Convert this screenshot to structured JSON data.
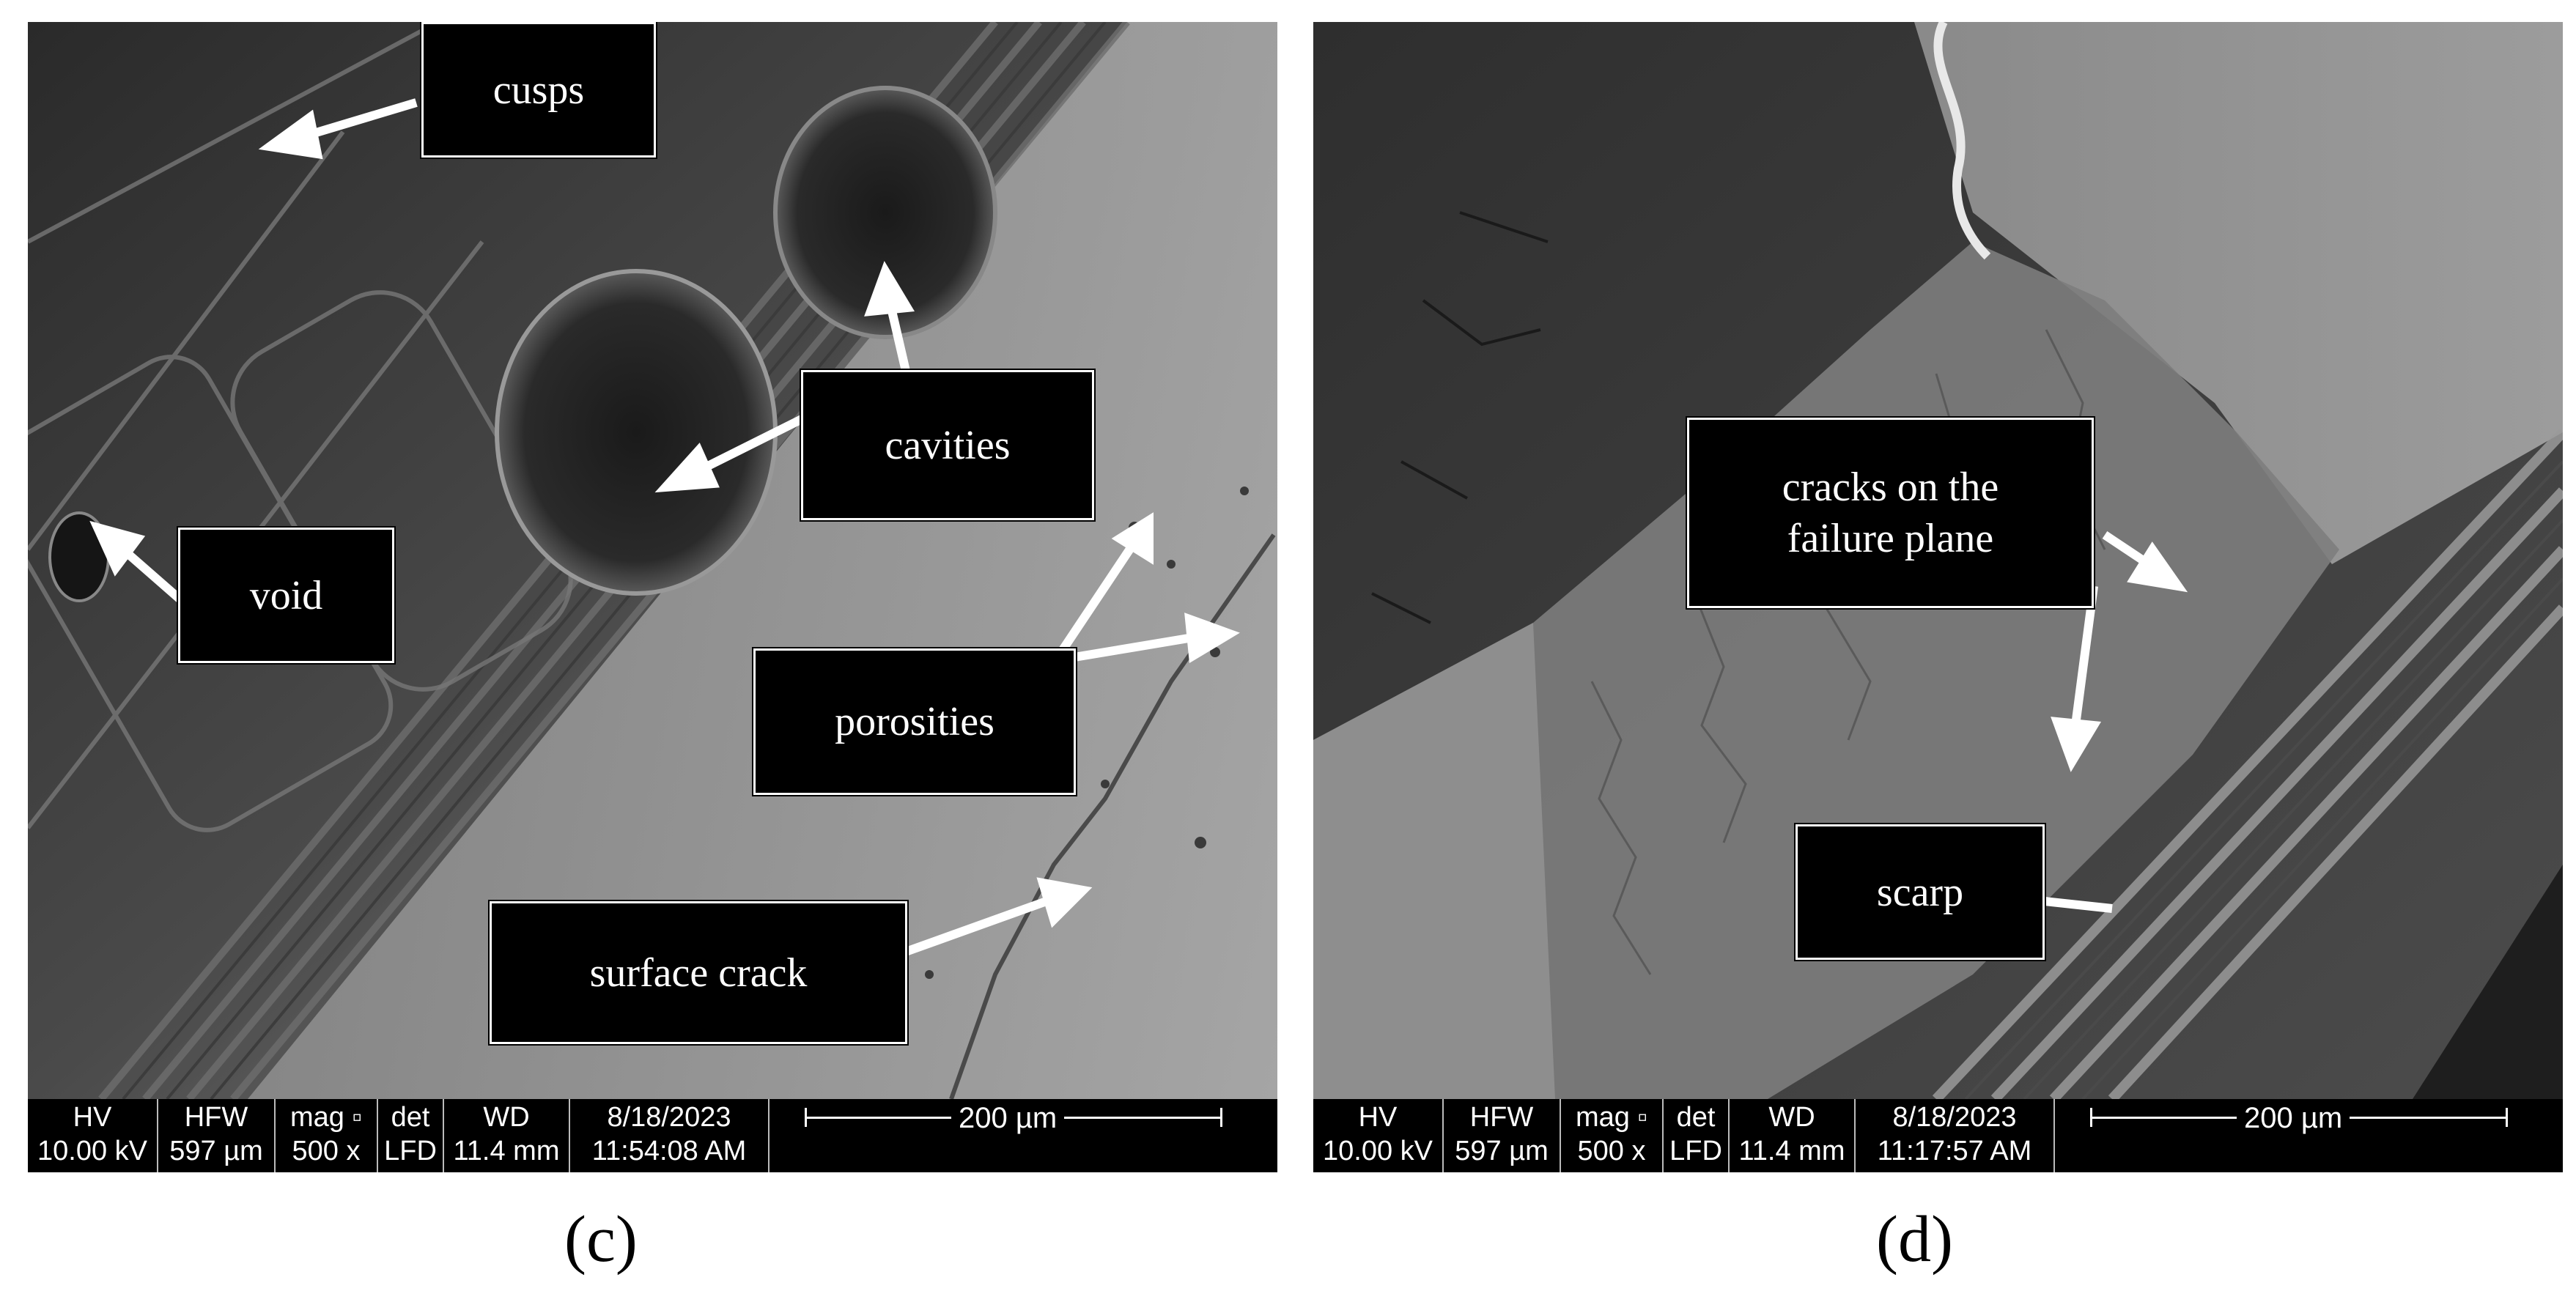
{
  "panels": [
    {
      "id": "c",
      "label": "(c)",
      "callouts": {
        "cusps": "cusps",
        "cavities": "cavities",
        "void": "void",
        "porosities": "porosities",
        "surface_crack": "surface crack"
      },
      "databar": {
        "hv_label": "HV",
        "hv_value": "10.00 kV",
        "hfw_label": "HFW",
        "hfw_value": "597 µm",
        "mag_label": "mag ▫",
        "mag_value": "500 x",
        "det_label": "det",
        "det_value": "LFD",
        "wd_label": "WD",
        "wd_value": "11.4 mm",
        "date": "8/18/2023",
        "time": "11:54:08 AM",
        "scale": "200 µm"
      }
    },
    {
      "id": "d",
      "label": "(d)",
      "callouts": {
        "cracks": "cracks on the\nfailure plane",
        "scarp": "scarp"
      },
      "databar": {
        "hv_label": "HV",
        "hv_value": "10.00 kV",
        "hfw_label": "HFW",
        "hfw_value": "597 µm",
        "mag_label": "mag ▫",
        "mag_value": "500 x",
        "det_label": "det",
        "det_value": "LFD",
        "wd_label": "WD",
        "wd_value": "11.4 mm",
        "date": "8/18/2023",
        "time": "11:17:57 AM",
        "scale": "200 µm"
      }
    }
  ]
}
